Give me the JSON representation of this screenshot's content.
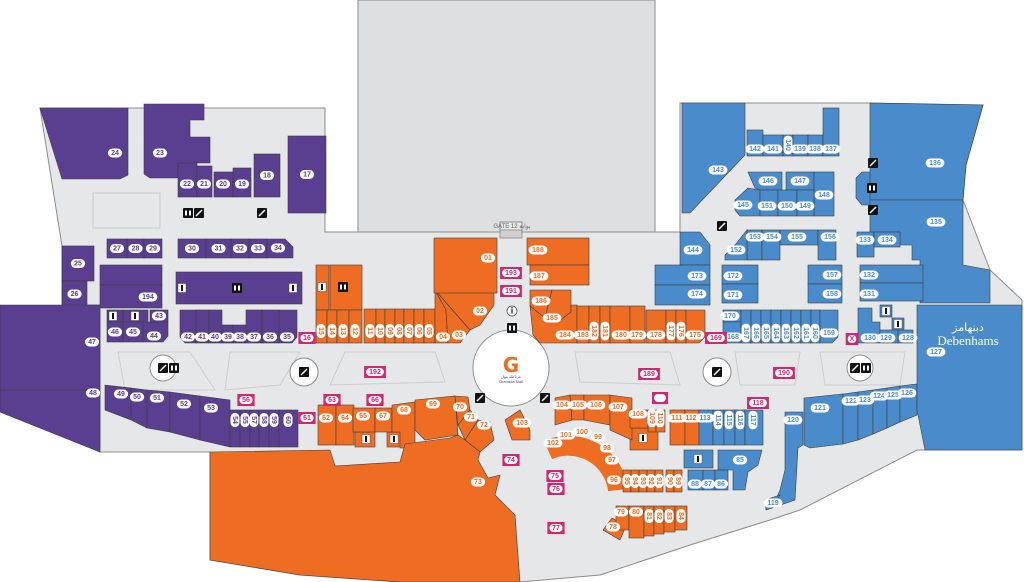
{
  "colors": {
    "purple": "#5a3f91",
    "orange": "#ef6c23",
    "blue": "#4a8ccb",
    "pink": "#d6246e",
    "floor": "#e6e7e8",
    "building": "#dedfe0",
    "outline": "#8c8c8c"
  },
  "gate": {
    "label": "GATE 12 بوابة"
  },
  "logo": {
    "name": "Granada Mall",
    "arabic": "غرناطة مول"
  },
  "anchor": {
    "name": "Debenhams",
    "arabic": "دبنهامز"
  },
  "stores": {
    "purple": [
      "24",
      "23",
      "22",
      "21",
      "20",
      "19",
      "18",
      "17",
      "25",
      "26",
      "27",
      "28",
      "29",
      "30",
      "31",
      "32",
      "33",
      "34",
      "194",
      "47",
      "48",
      "46",
      "45",
      "44",
      "43",
      "42",
      "41",
      "40",
      "39",
      "38",
      "37",
      "36",
      "35",
      "49",
      "50",
      "51",
      "52",
      "53",
      "54",
      "55",
      "57",
      "58",
      "59",
      "60"
    ],
    "orange": [
      "15",
      "14",
      "13",
      "12",
      "11",
      "10",
      "09",
      "08",
      "07",
      "06",
      "05",
      "04",
      "03",
      "02",
      "01",
      "188",
      "187",
      "186",
      "185",
      "184",
      "183",
      "182",
      "181",
      "180",
      "179",
      "178",
      "177",
      "176",
      "175",
      "62",
      "64",
      "65",
      "67",
      "68",
      "69",
      "70",
      "71",
      "72",
      "73",
      "103",
      "104",
      "105",
      "106",
      "107",
      "108",
      "109",
      "110",
      "102",
      "101",
      "100",
      "99",
      "98",
      "97",
      "96",
      "95",
      "94",
      "93",
      "92",
      "91",
      "90",
      "89",
      "78",
      "79",
      "80",
      "81",
      "82",
      "83",
      "84",
      "111",
      "112"
    ],
    "blue": [
      "113",
      "114",
      "115",
      "116",
      "117",
      "85",
      "88",
      "87",
      "86",
      "120",
      "119",
      "121",
      "122",
      "123",
      "124",
      "125",
      "126",
      "127",
      "136",
      "135",
      "133",
      "134",
      "132",
      "131",
      "130",
      "129",
      "128",
      "143",
      "142",
      "141",
      "140",
      "139",
      "138",
      "137",
      "146",
      "147",
      "148",
      "145",
      "151",
      "150",
      "149",
      "153",
      "154",
      "155",
      "156",
      "152",
      "144",
      "173",
      "174",
      "172",
      "171",
      "157",
      "158",
      "170",
      "168",
      "167",
      "166",
      "165",
      "164",
      "163",
      "162",
      "161",
      "160",
      "159"
    ],
    "pink": [
      "16",
      "193",
      "191",
      "192",
      "189",
      "190",
      "169",
      "X",
      "56",
      "63",
      "66",
      "61",
      "118",
      "",
      "74",
      "75",
      "76",
      "77"
    ]
  },
  "icons": [
    "escalator-icon",
    "restroom-icon",
    "info-icon"
  ]
}
